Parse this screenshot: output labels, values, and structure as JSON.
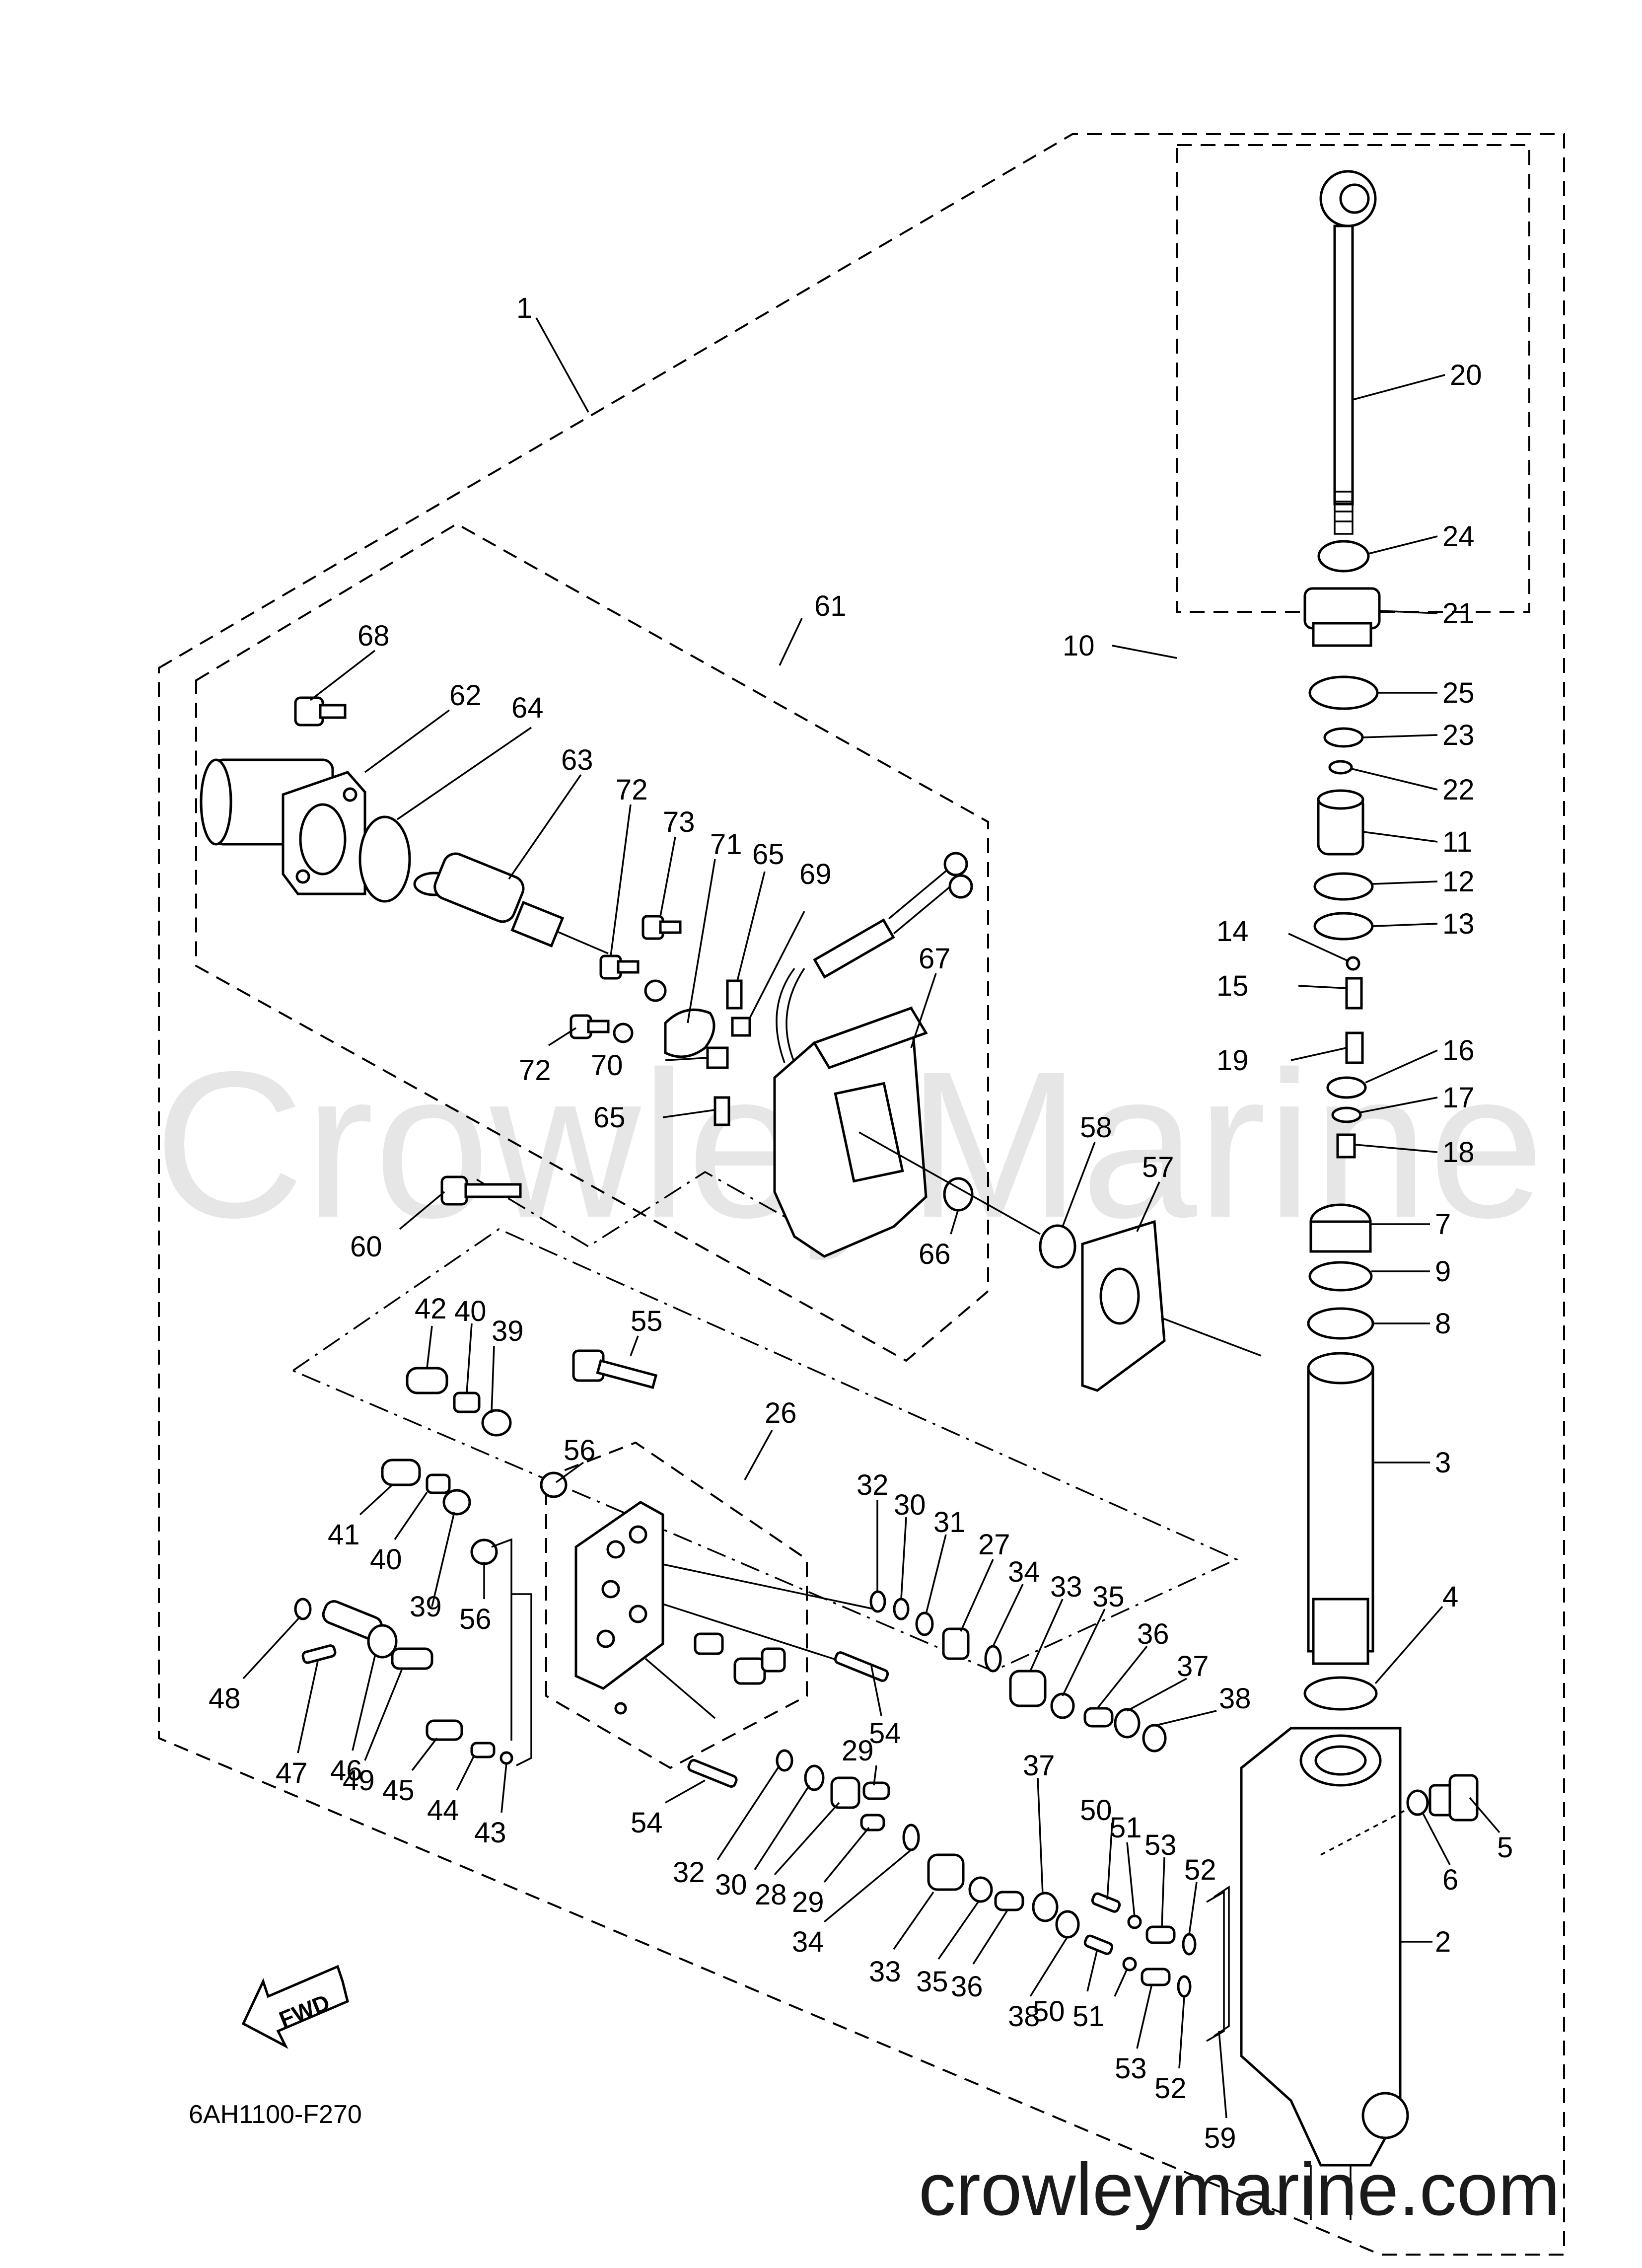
{
  "figure_code": "6AH1100-F270",
  "watermark_text": "CrowleyMarine",
  "site_text": "crowleymarine.com",
  "fwd_label": "FWD",
  "callouts": [
    {
      "id": "c1",
      "label": "1"
    },
    {
      "id": "c2",
      "label": "2"
    },
    {
      "id": "c3",
      "label": "3"
    },
    {
      "id": "c4",
      "label": "4"
    },
    {
      "id": "c5",
      "label": "5"
    },
    {
      "id": "c6",
      "label": "6"
    },
    {
      "id": "c7",
      "label": "7"
    },
    {
      "id": "c8",
      "label": "8"
    },
    {
      "id": "c9",
      "label": "9"
    },
    {
      "id": "c10",
      "label": "10"
    },
    {
      "id": "c11",
      "label": "11"
    },
    {
      "id": "c12",
      "label": "12"
    },
    {
      "id": "c13",
      "label": "13"
    },
    {
      "id": "c14",
      "label": "14"
    },
    {
      "id": "c15",
      "label": "15"
    },
    {
      "id": "c16",
      "label": "16"
    },
    {
      "id": "c17",
      "label": "17"
    },
    {
      "id": "c18",
      "label": "18"
    },
    {
      "id": "c19",
      "label": "19"
    },
    {
      "id": "c20",
      "label": "20"
    },
    {
      "id": "c21",
      "label": "21"
    },
    {
      "id": "c22",
      "label": "22"
    },
    {
      "id": "c23",
      "label": "23"
    },
    {
      "id": "c24",
      "label": "24"
    },
    {
      "id": "c25",
      "label": "25"
    },
    {
      "id": "c26",
      "label": "26"
    },
    {
      "id": "c27",
      "label": "27"
    },
    {
      "id": "c28",
      "label": "28"
    },
    {
      "id": "c29a",
      "label": "29"
    },
    {
      "id": "c29b",
      "label": "29"
    },
    {
      "id": "c30a",
      "label": "30"
    },
    {
      "id": "c30b",
      "label": "30"
    },
    {
      "id": "c31",
      "label": "31"
    },
    {
      "id": "c32a",
      "label": "32"
    },
    {
      "id": "c32b",
      "label": "32"
    },
    {
      "id": "c33a",
      "label": "33"
    },
    {
      "id": "c33b",
      "label": "33"
    },
    {
      "id": "c34a",
      "label": "34"
    },
    {
      "id": "c34b",
      "label": "34"
    },
    {
      "id": "c35a",
      "label": "35"
    },
    {
      "id": "c35b",
      "label": "35"
    },
    {
      "id": "c36a",
      "label": "36"
    },
    {
      "id": "c36b",
      "label": "36"
    },
    {
      "id": "c37a",
      "label": "37"
    },
    {
      "id": "c37b",
      "label": "37"
    },
    {
      "id": "c38a",
      "label": "38"
    },
    {
      "id": "c38b",
      "label": "38"
    },
    {
      "id": "c39a",
      "label": "39"
    },
    {
      "id": "c39b",
      "label": "39"
    },
    {
      "id": "c40a",
      "label": "40"
    },
    {
      "id": "c40b",
      "label": "40"
    },
    {
      "id": "c41",
      "label": "41"
    },
    {
      "id": "c42",
      "label": "42"
    },
    {
      "id": "c43",
      "label": "43"
    },
    {
      "id": "c44",
      "label": "44"
    },
    {
      "id": "c45",
      "label": "45"
    },
    {
      "id": "c46",
      "label": "46"
    },
    {
      "id": "c47",
      "label": "47"
    },
    {
      "id": "c48",
      "label": "48"
    },
    {
      "id": "c49",
      "label": "49"
    },
    {
      "id": "c50a",
      "label": "50"
    },
    {
      "id": "c50b",
      "label": "50"
    },
    {
      "id": "c51a",
      "label": "51"
    },
    {
      "id": "c51b",
      "label": "51"
    },
    {
      "id": "c52a",
      "label": "52"
    },
    {
      "id": "c52b",
      "label": "52"
    },
    {
      "id": "c53a",
      "label": "53"
    },
    {
      "id": "c53b",
      "label": "53"
    },
    {
      "id": "c54a",
      "label": "54"
    },
    {
      "id": "c54b",
      "label": "54"
    },
    {
      "id": "c55",
      "label": "55"
    },
    {
      "id": "c56a",
      "label": "56"
    },
    {
      "id": "c56b",
      "label": "56"
    },
    {
      "id": "c57",
      "label": "57"
    },
    {
      "id": "c58",
      "label": "58"
    },
    {
      "id": "c59",
      "label": "59"
    },
    {
      "id": "c60",
      "label": "60"
    },
    {
      "id": "c61",
      "label": "61"
    },
    {
      "id": "c62",
      "label": "62"
    },
    {
      "id": "c63",
      "label": "63"
    },
    {
      "id": "c64",
      "label": "64"
    },
    {
      "id": "c65a",
      "label": "65"
    },
    {
      "id": "c65b",
      "label": "65"
    },
    {
      "id": "c66",
      "label": "66"
    },
    {
      "id": "c67",
      "label": "67"
    },
    {
      "id": "c68",
      "label": "68"
    },
    {
      "id": "c69",
      "label": "69"
    },
    {
      "id": "c70",
      "label": "70"
    },
    {
      "id": "c71",
      "label": "71"
    },
    {
      "id": "c72a",
      "label": "72"
    },
    {
      "id": "c72b",
      "label": "72"
    },
    {
      "id": "c73",
      "label": "73"
    }
  ]
}
